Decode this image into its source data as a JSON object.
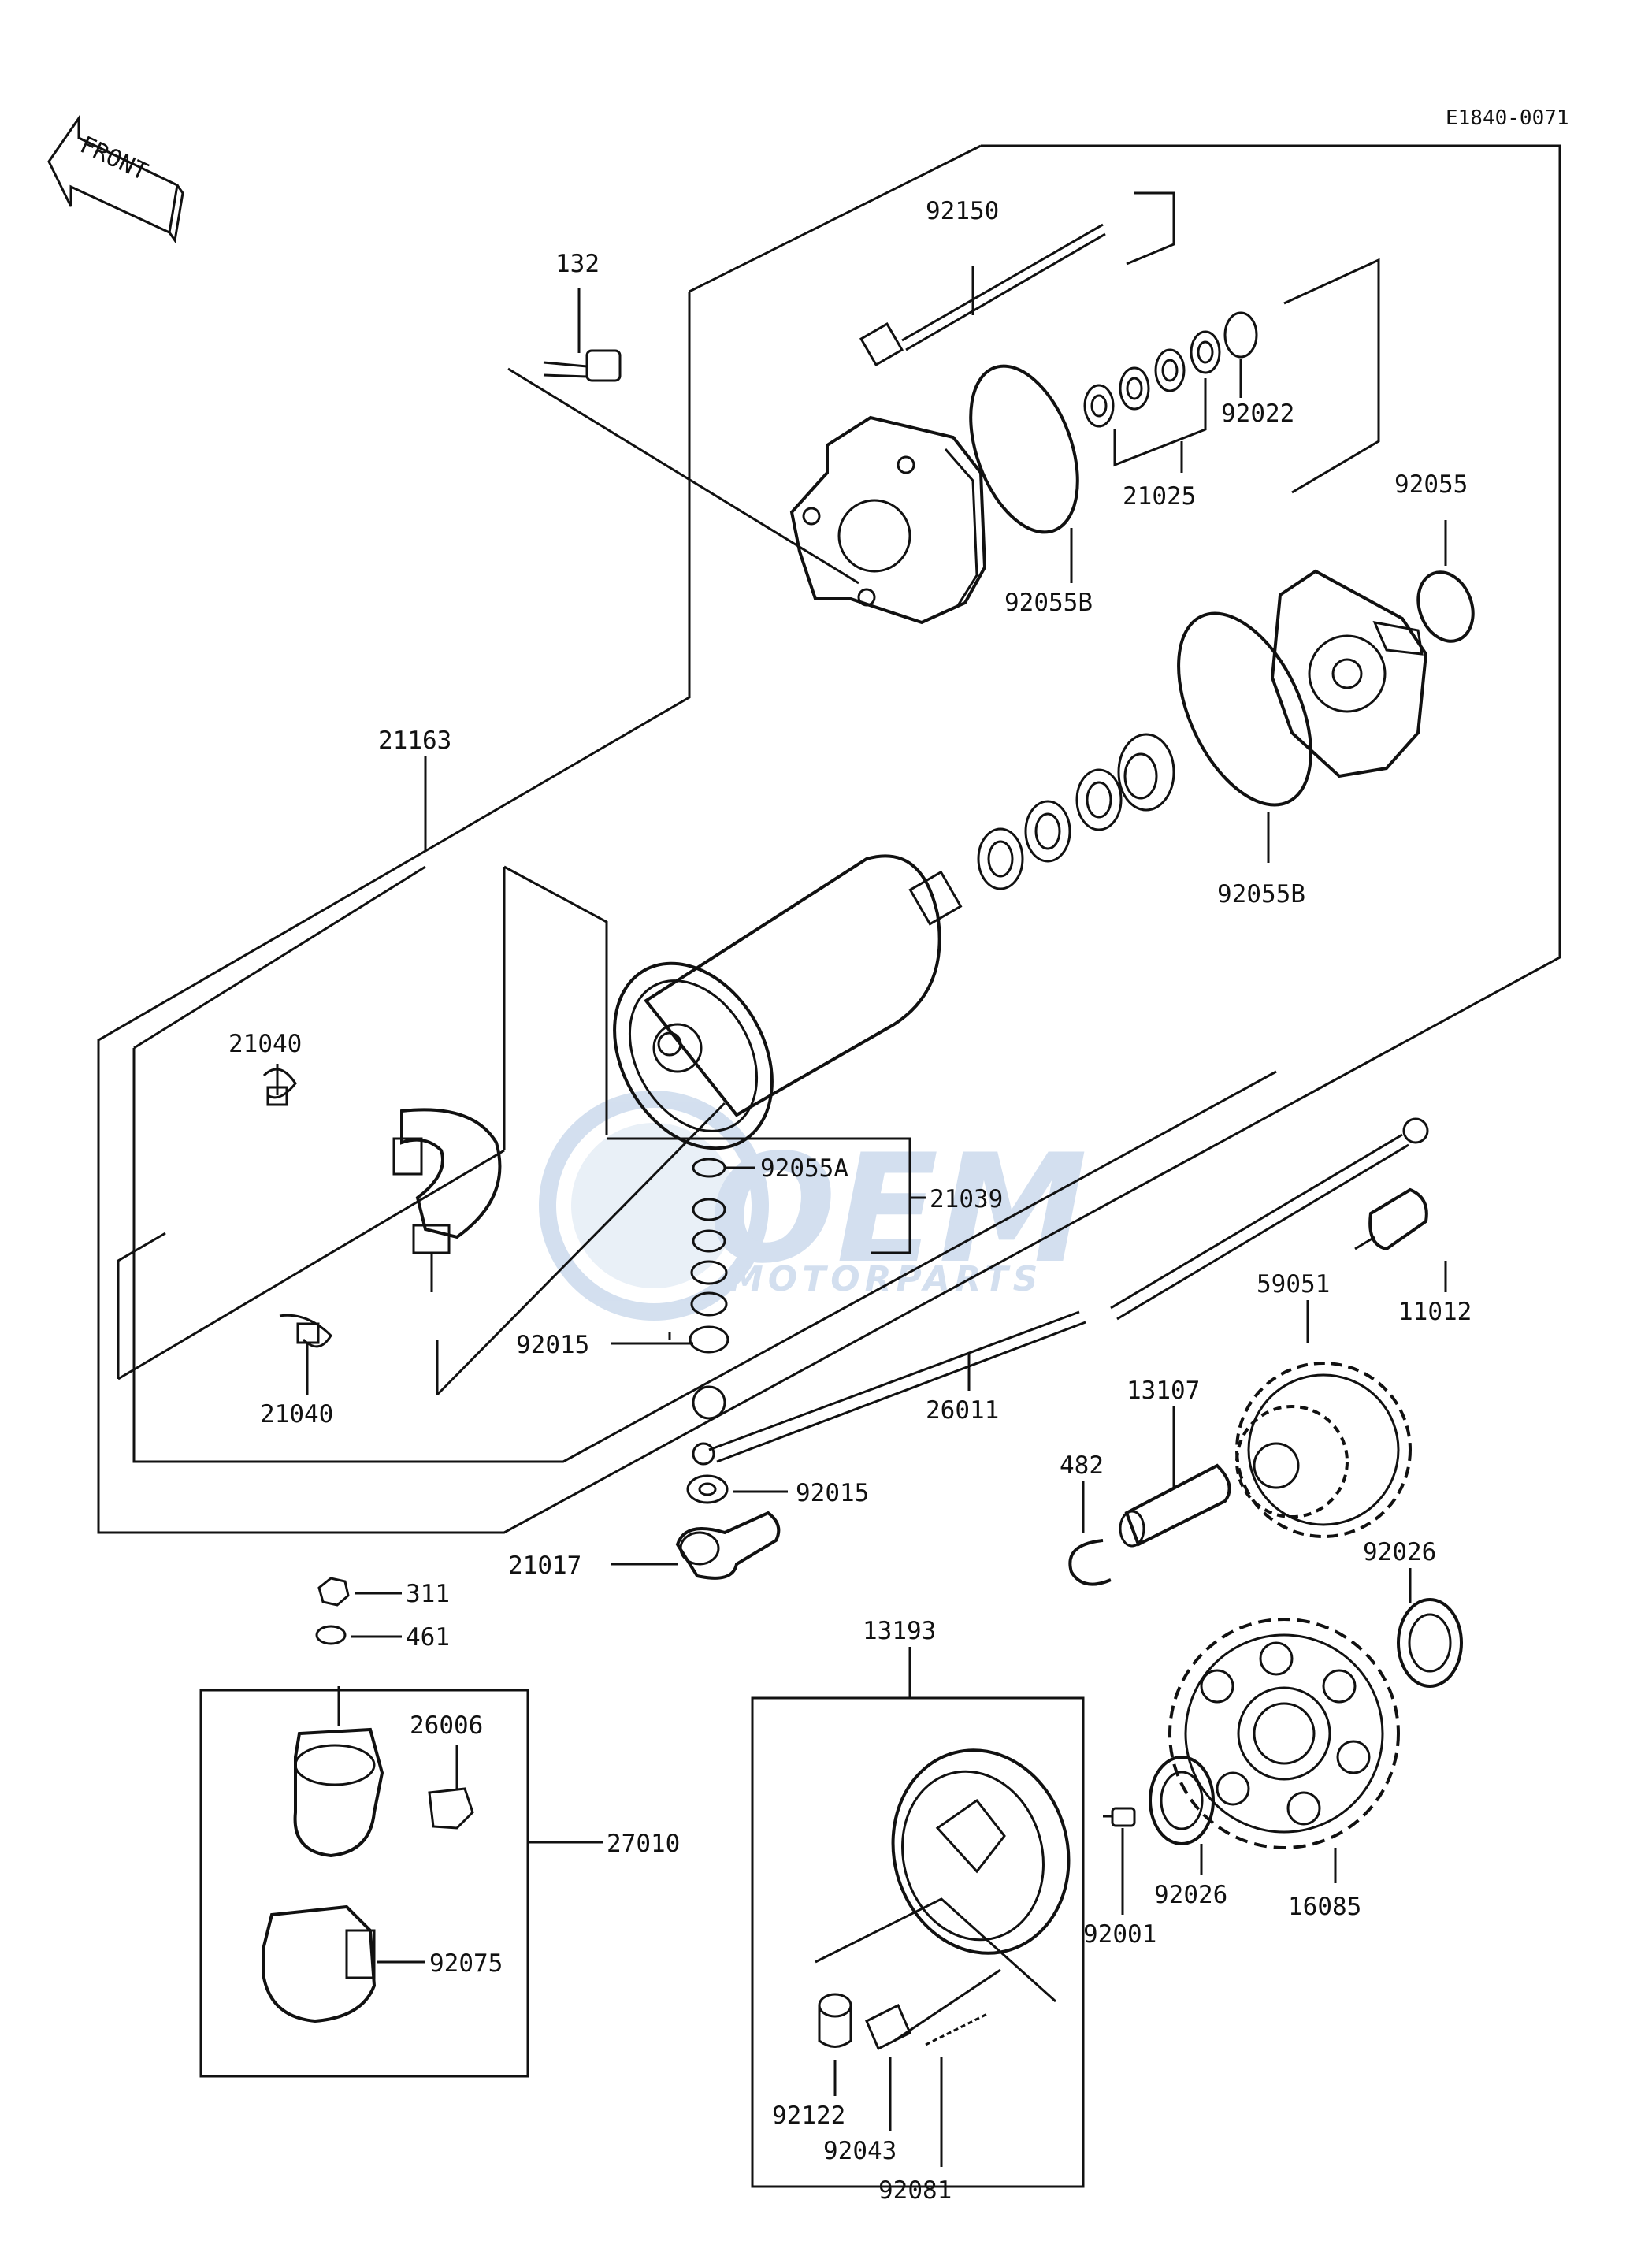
{
  "diagram_code": "E1840-0071",
  "front_label": "FRONT",
  "watermark": {
    "brand": "OEM",
    "sub": "MOTORPARTS"
  },
  "parts": [
    {
      "id": "p92150",
      "label": "92150"
    },
    {
      "id": "p132",
      "label": "132"
    },
    {
      "id": "p92022",
      "label": "92022"
    },
    {
      "id": "p21025",
      "label": "21025"
    },
    {
      "id": "p92055",
      "label": "92055"
    },
    {
      "id": "p92055B_top",
      "label": "92055B"
    },
    {
      "id": "p21163",
      "label": "21163"
    },
    {
      "id": "p92055B_mid",
      "label": "92055B"
    },
    {
      "id": "p21040_top",
      "label": "21040"
    },
    {
      "id": "p92055A",
      "label": "92055A"
    },
    {
      "id": "p21039",
      "label": "21039"
    },
    {
      "id": "p92015_a",
      "label": "92015"
    },
    {
      "id": "p21040_bot",
      "label": "21040"
    },
    {
      "id": "p26011",
      "label": "26011"
    },
    {
      "id": "p59051",
      "label": "59051"
    },
    {
      "id": "p11012",
      "label": "11012"
    },
    {
      "id": "p13107",
      "label": "13107"
    },
    {
      "id": "p482",
      "label": "482"
    },
    {
      "id": "p92015_b",
      "label": "92015"
    },
    {
      "id": "p21017",
      "label": "21017"
    },
    {
      "id": "p92026_top",
      "label": "92026"
    },
    {
      "id": "p311",
      "label": "311"
    },
    {
      "id": "p461",
      "label": "461"
    },
    {
      "id": "p13193",
      "label": "13193"
    },
    {
      "id": "p26006",
      "label": "26006"
    },
    {
      "id": "p27010",
      "label": "27010"
    },
    {
      "id": "p92075",
      "label": "92075"
    },
    {
      "id": "p92001",
      "label": "92001"
    },
    {
      "id": "p92026_bot",
      "label": "92026"
    },
    {
      "id": "p16085",
      "label": "16085"
    },
    {
      "id": "p92122",
      "label": "92122"
    },
    {
      "id": "p92043",
      "label": "92043"
    },
    {
      "id": "p92081",
      "label": "92081"
    }
  ]
}
